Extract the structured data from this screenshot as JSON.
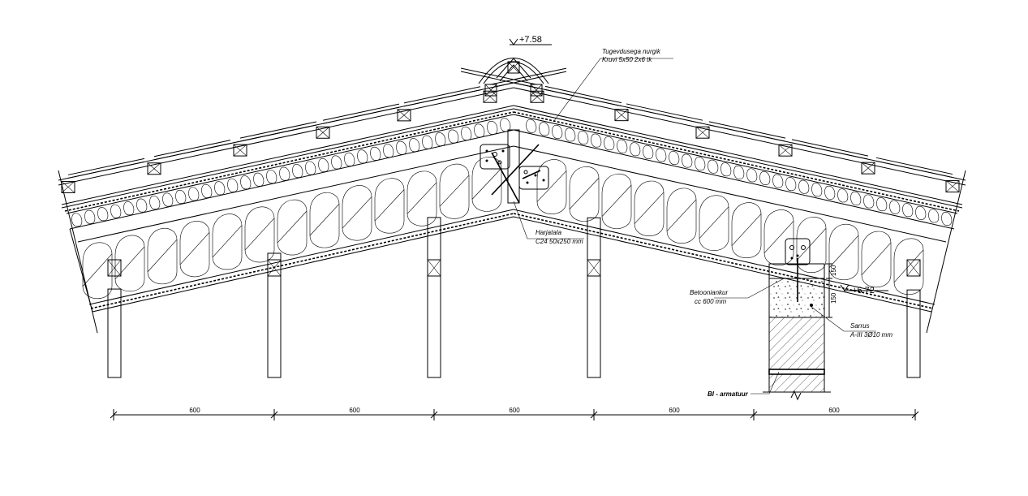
{
  "elevations": {
    "ridge": "+7.58",
    "eave": "+6.72"
  },
  "annotations": {
    "ridge_bracket_line1": "Tugevdusega nurgik",
    "ridge_bracket_line2": "Kruvi 5x50 2x6 tk",
    "ridge_beam_line1": "Harjatala",
    "ridge_beam_line2": "C24 50x250 mm",
    "anchor_line1": "Betooniankur",
    "anchor_line2": "cc 600 mm",
    "rebar_line1": "Sarrus",
    "rebar_line2": "A-III 3Ø10 mm",
    "reinforcement": "BI - armatuur"
  },
  "wall_dims": {
    "upper": "150",
    "lower": "150"
  },
  "dimensions": [
    "600",
    "600",
    "600",
    "600",
    "600"
  ]
}
